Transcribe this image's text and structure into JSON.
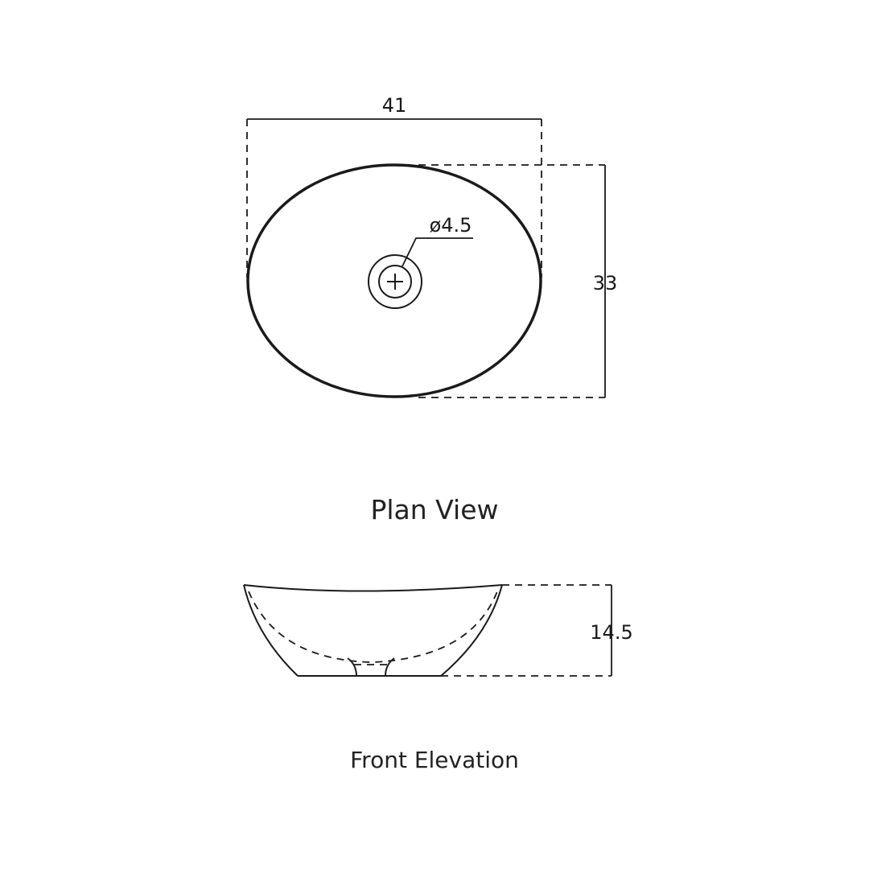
{
  "plan_view": {
    "caption": "Plan View",
    "width_dim": "41",
    "depth_dim": "33",
    "drain_dim": "ø4.5"
  },
  "front_elevation": {
    "caption": "Front Elevation",
    "height_dim": "14.5"
  }
}
